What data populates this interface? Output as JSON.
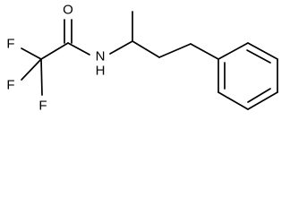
{
  "molecule": {
    "atom_labels": {
      "fluorine_1": "F",
      "fluorine_2": "F",
      "fluorine_3": "F",
      "oxygen": "O",
      "amide_nitrogen": "N",
      "amide_hydrogen": "H"
    },
    "bond_color": "#000000",
    "label_color": "#000000"
  }
}
